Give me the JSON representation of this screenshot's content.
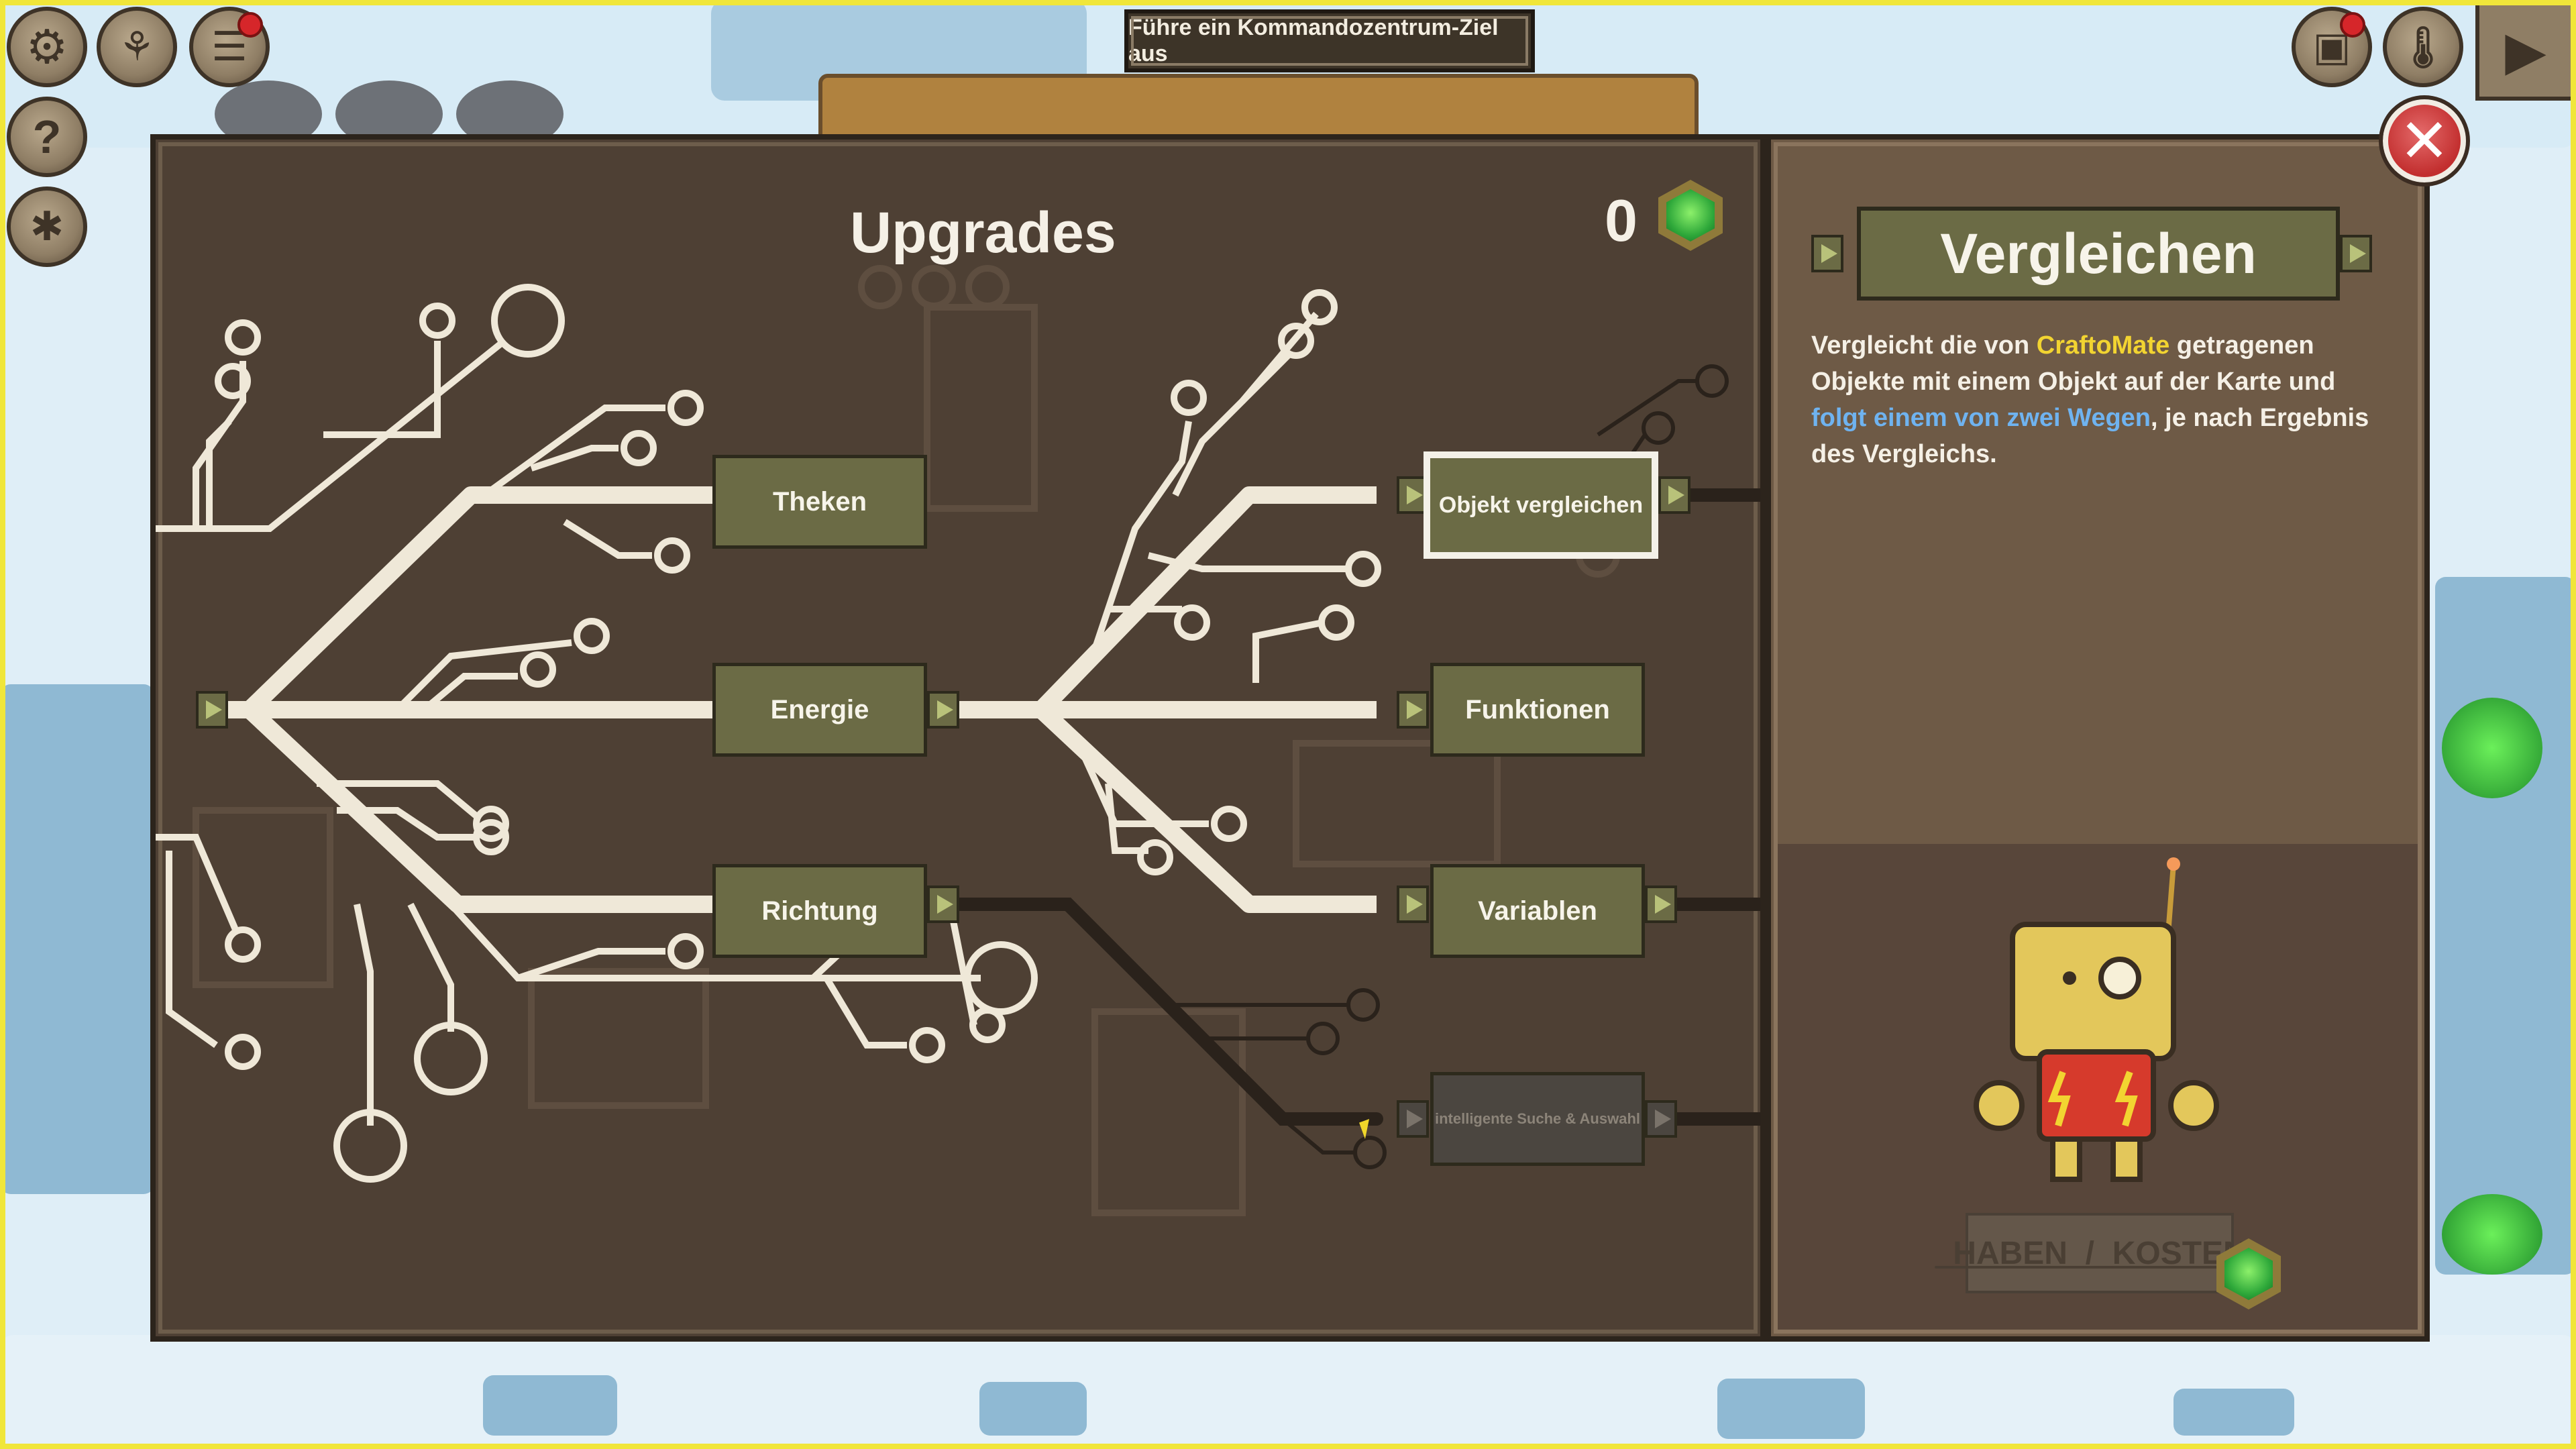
{
  "objective": {
    "text": "Führe ein Kommandozentrum-Ziel aus"
  },
  "tree": {
    "title": "Upgrades",
    "points": "0",
    "nodes": {
      "theken": "Theken",
      "energie": "Energie",
      "richtung": "Richtung",
      "objekt_vergleichen": "Objekt vergleichen",
      "funktionen": "Funktionen",
      "variablen": "Variablen",
      "intelligente_suche": "intelligente Suche & Auswahl"
    }
  },
  "detail": {
    "title": "Vergleichen",
    "desc": {
      "part1": "Vergleicht die von ",
      "brand": "CraftoMate",
      "part2": " getragenen Objekte mit einem Objekt auf der Karte und ",
      "highlight": "folgt einem von zwei Wegen",
      "part3": ", je nach Ergebnis des Vergleichs."
    },
    "cost_label": "_HABEN_/_KOSTEN_"
  },
  "icons": {
    "settings": "gear-icon",
    "tech_tree": "tech-tree-icon",
    "notes": "notes-icon",
    "help": "question-icon",
    "bug": "bug-icon",
    "robot": "robot-icon",
    "temperature": "thermometer-icon",
    "play": "play-icon",
    "close": "close-icon",
    "gem": "gem-icon"
  },
  "colors": {
    "panel_bg": "#4e4034",
    "node_bg": "#6b6b45",
    "selected_border": "#f4f1e8",
    "brand_highlight": "#f2d431",
    "link_highlight": "#6fb3f0",
    "close_red": "#c22e2e"
  }
}
